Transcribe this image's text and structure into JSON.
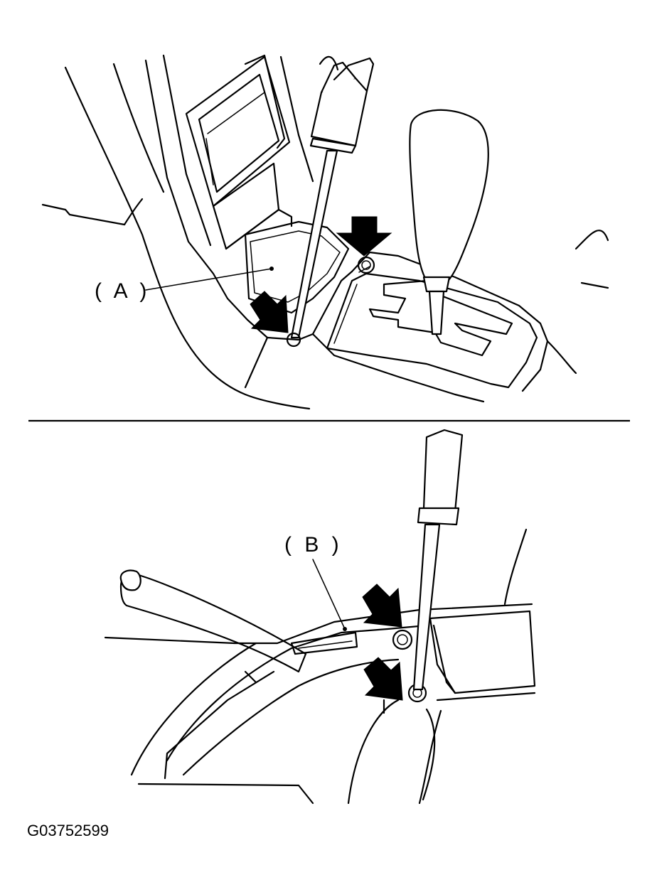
{
  "figure": {
    "id": "G03752599"
  },
  "panels": [
    {
      "callout": "( A )",
      "arrow_count": 2,
      "tool": "screwdriver-icon"
    },
    {
      "callout": "( B )",
      "arrow_count": 2,
      "tool": "screwdriver-icon"
    }
  ],
  "colors": {
    "line": "#000000",
    "background": "#ffffff"
  }
}
